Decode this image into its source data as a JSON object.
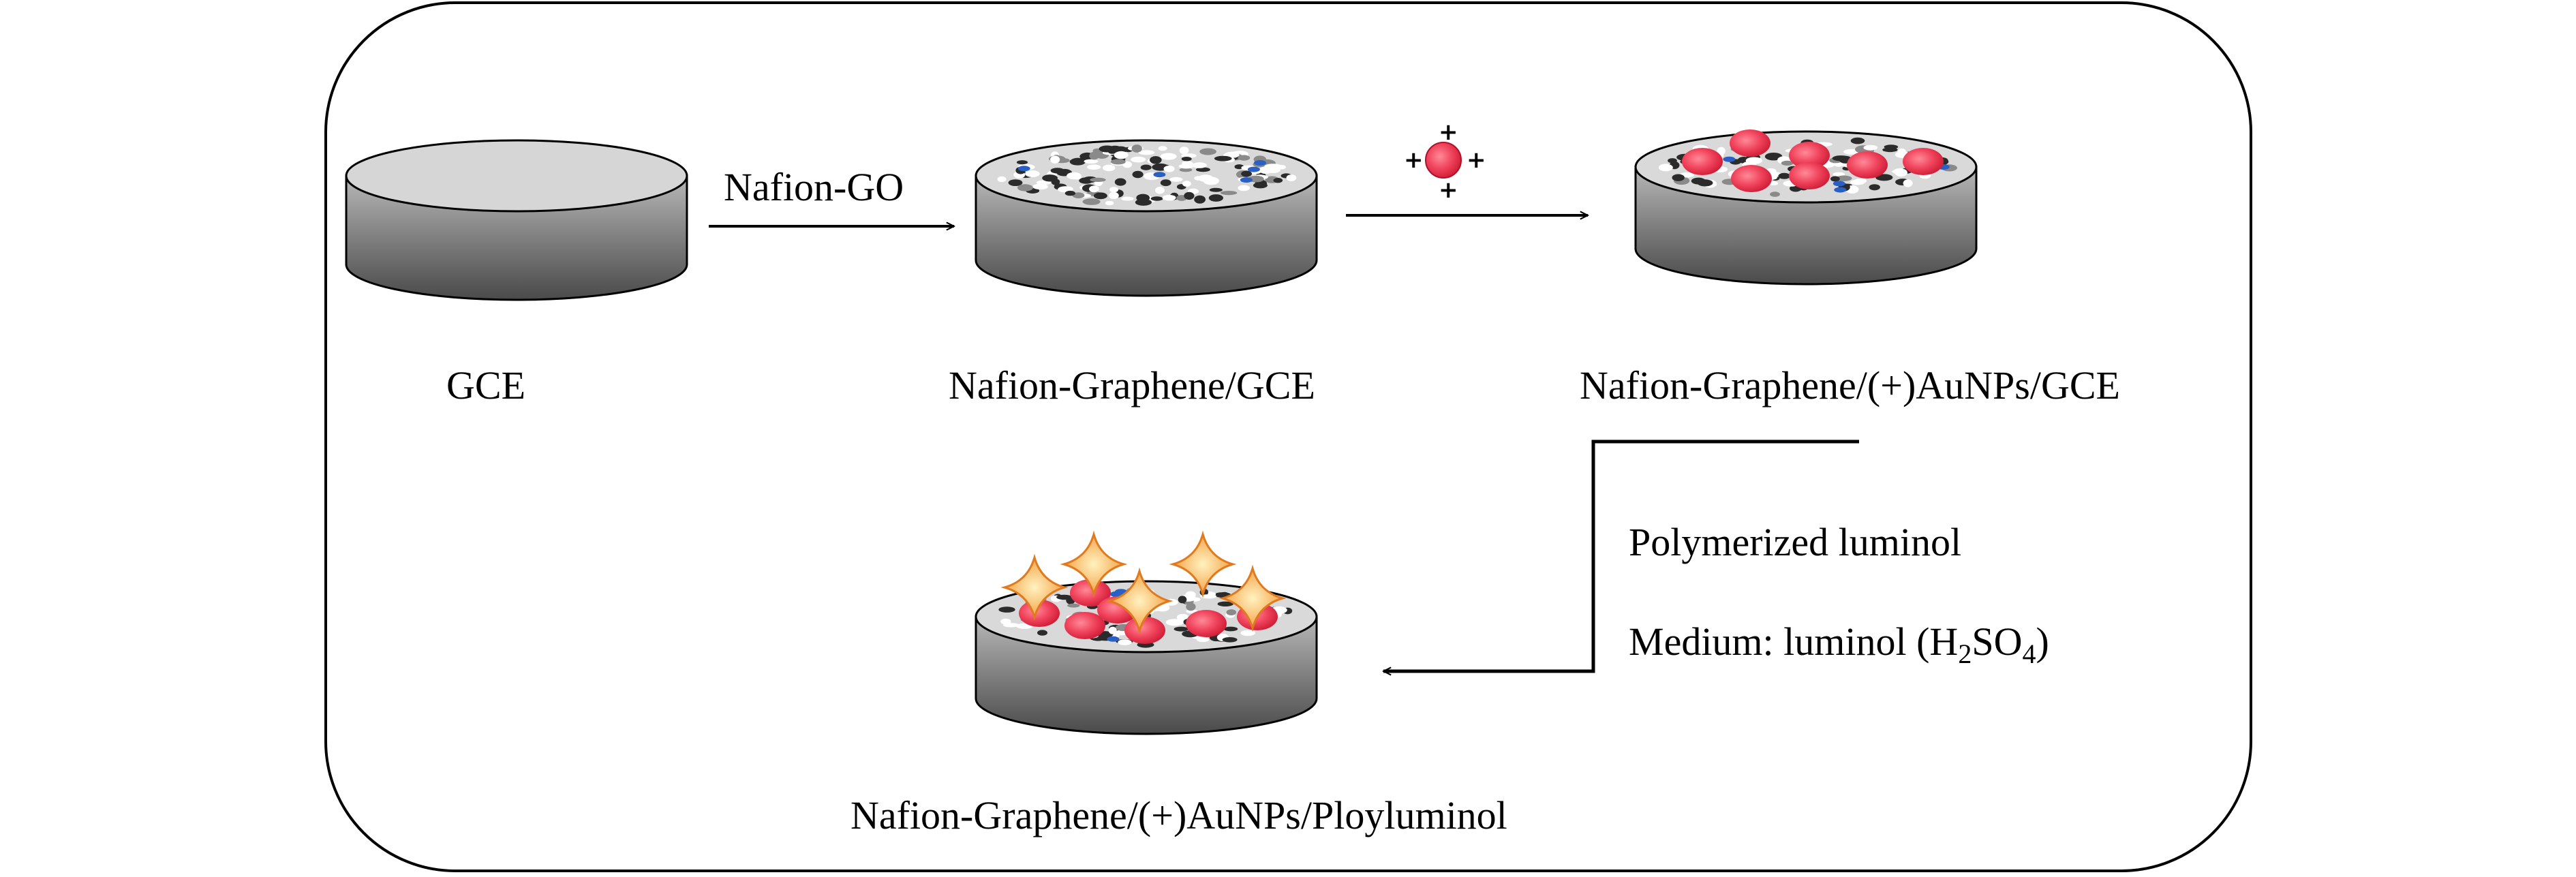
{
  "diagram": {
    "step1": {
      "label": "GCE"
    },
    "arrow1": {
      "label": "Nafion-GO"
    },
    "step2": {
      "label": "Nafion-Graphene/GCE"
    },
    "reagent": {
      "charge_symbol": "+"
    },
    "step3": {
      "label": "Nafion-Graphene/(+)AuNPs/GCE"
    },
    "arrow3": {
      "line1": "Polymerized luminol",
      "line2_prefix": "Medium: luminol (H",
      "line2_sub1": "2",
      "line2_mid": "SO",
      "line2_sub2": "4",
      "line2_suffix": ")"
    },
    "step4": {
      "label": "Nafion-Graphene/(+)AuNPs/Ploylum­inol"
    }
  },
  "colors": {
    "frame": "#000000",
    "electrode_top": "#d6d6d6",
    "electrode_side_dark": "#4e4e4e",
    "electrode_side_light": "#b5b5b5",
    "aunp": "#f0435c",
    "sparkle": "#f5a347",
    "graphene": "#2b2b2b",
    "nafion_dot": "#2a5fc4"
  }
}
